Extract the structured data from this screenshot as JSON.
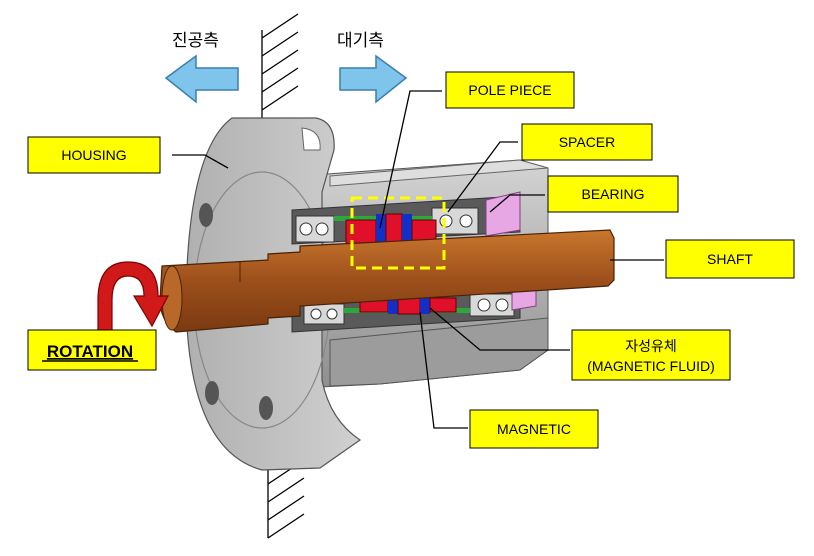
{
  "headers": {
    "vacuum_side": "진공측",
    "atmosphere_side": "대기측"
  },
  "labels": {
    "housing": "HOUSING",
    "pole_piece": "POLE PIECE",
    "spacer": "SPACER",
    "bearing": "BEARING",
    "shaft": "SHAFT",
    "magnetic_fluid_kr": "자성유체",
    "magnetic_fluid_en": "(MAGNETIC FLUID)",
    "magnetic": "MAGNETIC",
    "rotation": "ROTATION"
  },
  "colors": {
    "label_bg": "#ffff00",
    "arrow_blue": "#7fc4ea",
    "shaft": "#a0521e",
    "housing": "#b9b9b9",
    "rotation_arrow": "#d11919",
    "pole_highlight": "#ffff00",
    "magnet_red": "#e0102a",
    "magnet_blue": "#1030c8",
    "spacer_green": "#2aa83c",
    "bearing_pink": "#e7a6e4"
  }
}
